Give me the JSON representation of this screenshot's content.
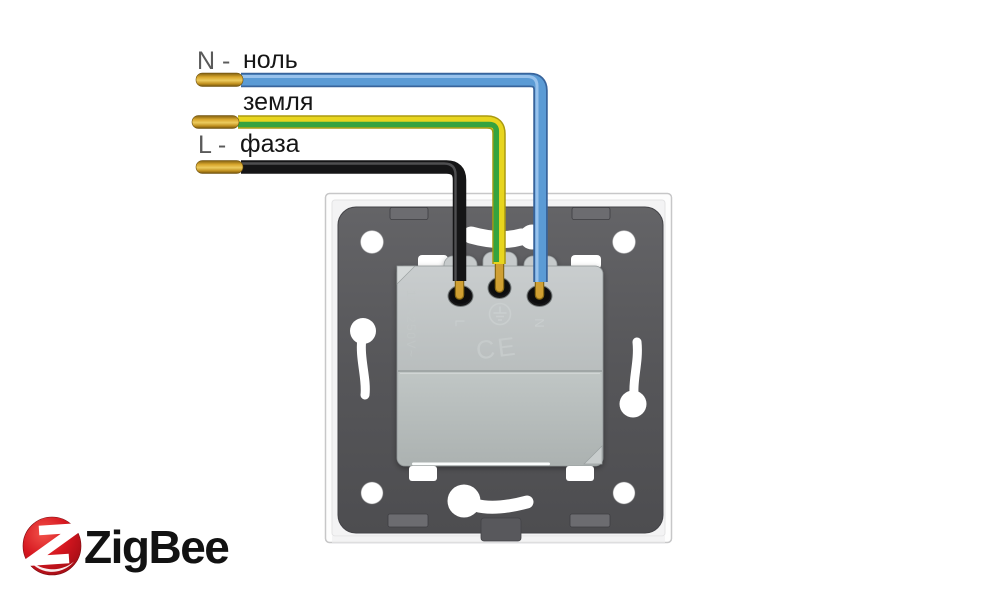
{
  "wiring": {
    "labels": {
      "neutral_prefix": "N -",
      "neutral_name": "ноль",
      "ground_name": "земля",
      "line_prefix": "L -",
      "line_name": "фаза"
    },
    "wire_colors": {
      "neutral_blue": "#5b9bd5",
      "ground_yellow": "#e8d51e",
      "ground_green": "#35a33f",
      "line_black": "#1a1a1b",
      "copper_tip": "#d8a62c"
    }
  },
  "module": {
    "rating_text": "16A250V~",
    "ce_mark": "CE",
    "terminal_line_mark": "L",
    "terminal_neutral_mark": "N",
    "ground_symbol_icon": "earth-ground-icon",
    "body_color": "#b8bdbd",
    "plate_color": "#565659"
  },
  "logo": {
    "brand": "ZigBee",
    "icon": "zigbee-z-icon",
    "icon_color": "#d5161f",
    "text_color": "#121212"
  }
}
